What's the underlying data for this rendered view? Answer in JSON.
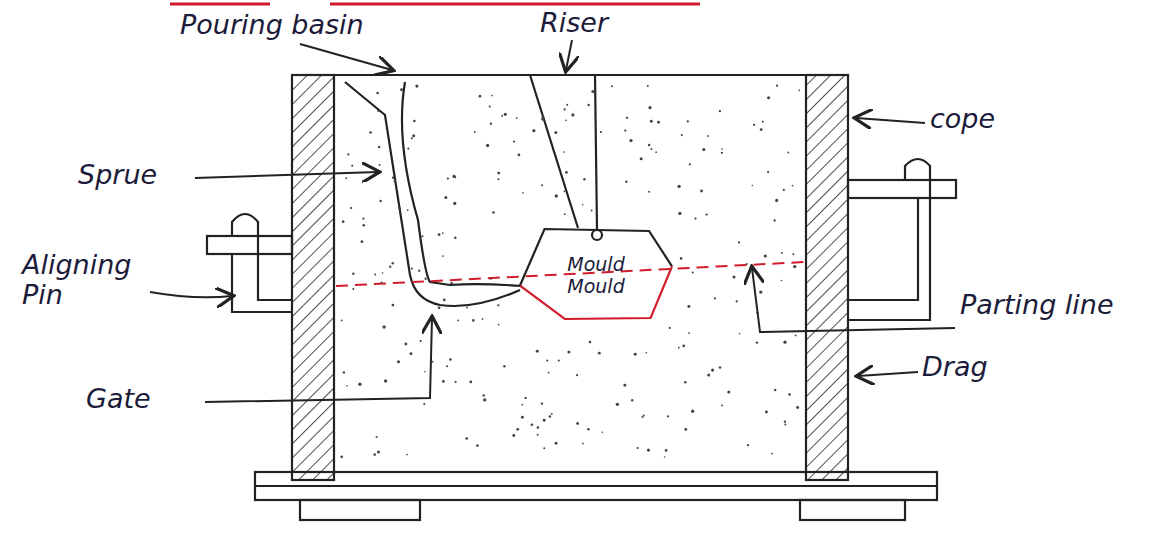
{
  "diagram": {
    "nodes": [
      {
        "text": [
          "Mould",
          "Mould"
        ]
      }
    ],
    "labels": [
      "Pouring basin",
      "Riser",
      "Sprue",
      "cope",
      "Aligning Pin",
      "Gate",
      "Parting line",
      "Drag"
    ]
  }
}
